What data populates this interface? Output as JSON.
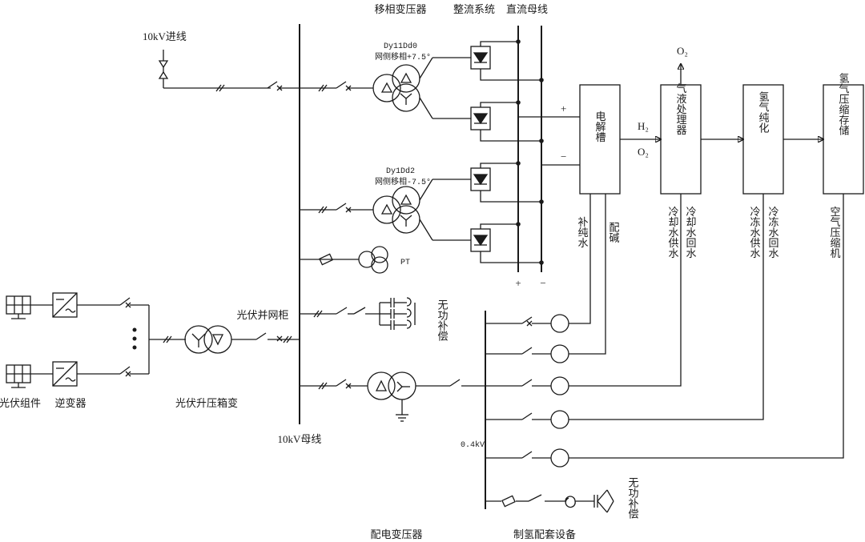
{
  "labels": {
    "phase_shift_transformer": "移相变压器",
    "rectifier_system": "整流系统",
    "dc_bus": "直流母线",
    "incoming_10kv": "10kV进线",
    "t1_vector_group": "Dy11Dd0",
    "t1_shift": "网侧移相+7.5°",
    "t2_vector_group": "Dy1Dd2",
    "t2_shift": "网侧移相-7.5°",
    "pt": "PT",
    "plus": "+",
    "minus": "−",
    "electrolyzer": "电解槽",
    "h2": "H₂",
    "o2": "O₂",
    "o2_vent": "O₂",
    "gas_liquid_processor": "气液处理器",
    "h2_purification": "氢气纯化",
    "h2_compression_storage": "氢气压缩存储",
    "pure_water_makeup": "补纯水",
    "alkali_mixing": "配碱",
    "cooling_water_supply": "冷却水供水",
    "cooling_water_return": "冷却水回水",
    "chilled_water_supply": "冷冻水供水",
    "chilled_water_return": "冷冻水回水",
    "air_compressor": "空气压缩机",
    "reactive_compensation_hv": "无功补偿",
    "reactive_compensation_lv": "无功补偿",
    "pv_grid_cabinet": "光伏并网柜",
    "pv_module": "光伏组件",
    "inverter": "逆变器",
    "pv_boost_transformer": "光伏升压箱变",
    "bus_10kv": "10kV母线",
    "lv_04kv": "0.4kV",
    "distribution_transformer": "配电变压器",
    "h2_auxiliary_equipment": "制氢配套设备"
  }
}
